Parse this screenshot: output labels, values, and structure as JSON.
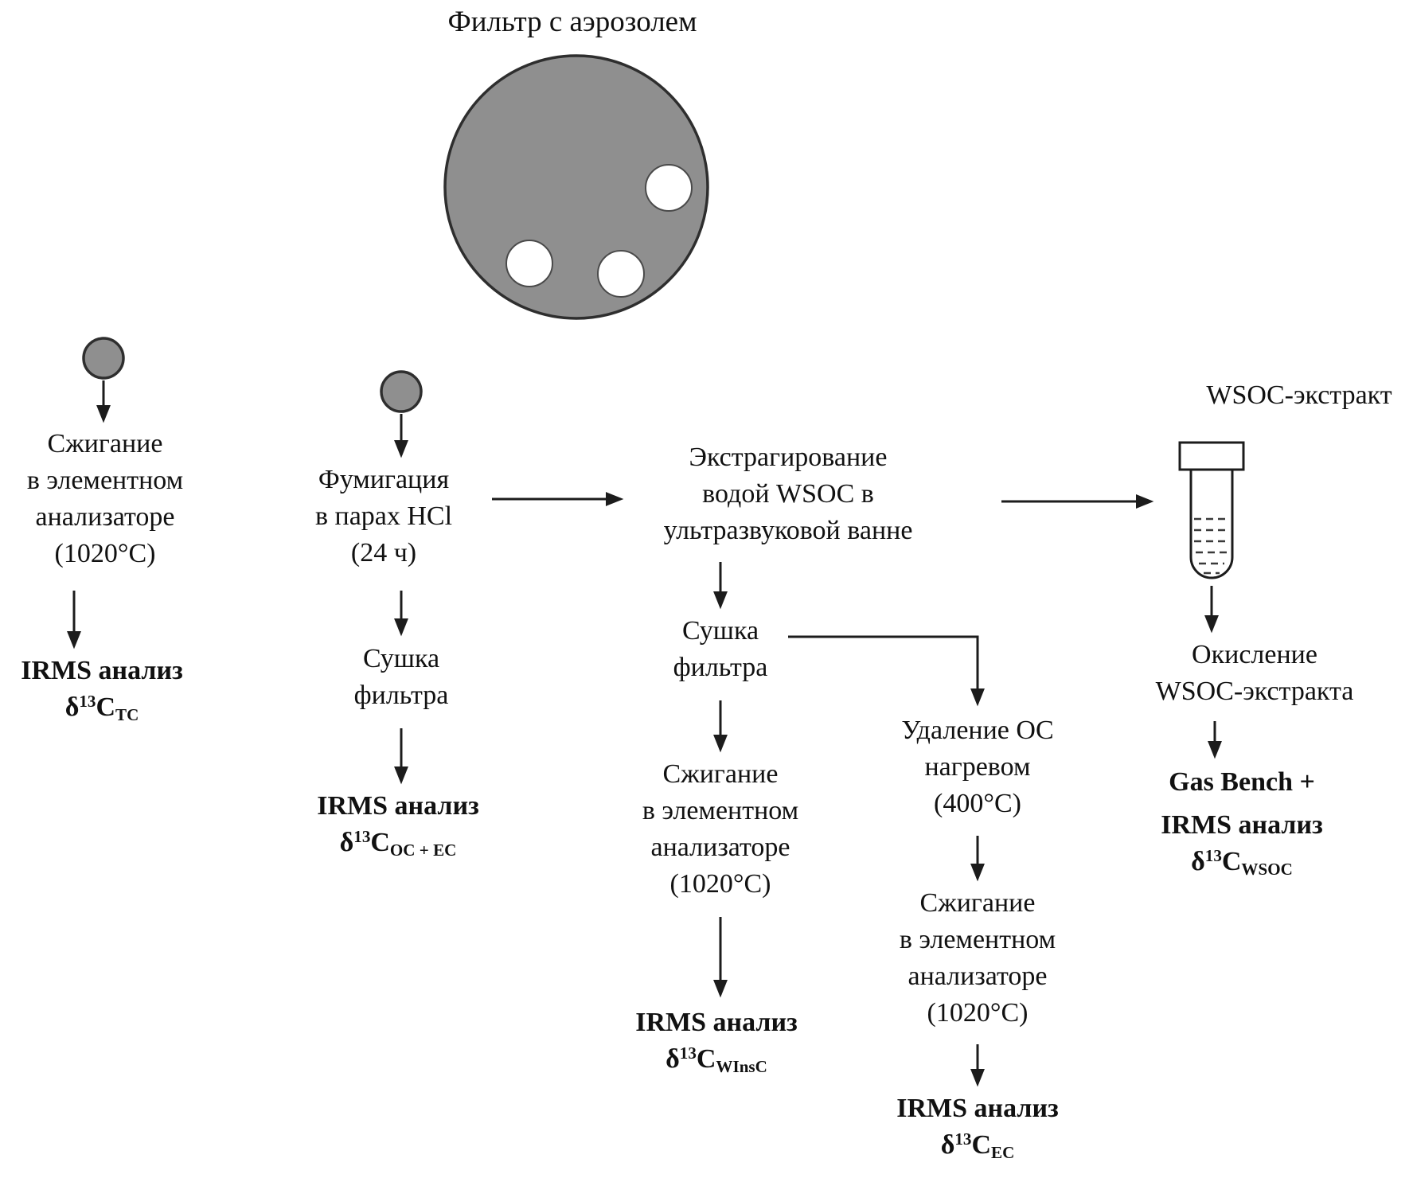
{
  "title": "Фильтр с аэрозолем",
  "labels": {
    "wsoc_extract": "WSOC-экстракт"
  },
  "nodes": {
    "burn_left": {
      "lines": [
        "Сжигание",
        "в элементном",
        "анализаторе",
        "(1020°C)"
      ]
    },
    "fumigation": {
      "lines": [
        "Фумигация",
        "в парах HCl",
        "(24 ч)"
      ]
    },
    "dry_left": {
      "lines": [
        "Сушка",
        "фильтра"
      ]
    },
    "extraction": {
      "lines": [
        "Экстрагирование",
        "водой WSOC в",
        "ультразвуковой ванне"
      ]
    },
    "dry_center": {
      "lines": [
        "Сушка",
        "фильтра"
      ]
    },
    "burn_center": {
      "lines": [
        "Сжигание",
        "в элементном",
        "анализаторе",
        "(1020°C)"
      ]
    },
    "remove_oc": {
      "lines": [
        "Удаление OC",
        "нагревом",
        "(400°C)"
      ]
    },
    "burn_right": {
      "lines": [
        "Сжигание",
        "в элементном",
        "анализаторе",
        "(1020°C)"
      ]
    },
    "oxidation": {
      "lines": [
        "Окисление",
        "WSOC-экстракта"
      ]
    }
  },
  "results": {
    "tc": {
      "prefix": "IRMS анализ",
      "delta": "δ",
      "mass": "13",
      "element": "C",
      "sub": "TC"
    },
    "oc_ec": {
      "prefix": "IRMS анализ",
      "delta": "δ",
      "mass": "13",
      "element": "C",
      "sub": "OC + EC"
    },
    "winsc": {
      "prefix": "IRMS анализ",
      "delta": "δ",
      "mass": "13",
      "element": "C",
      "sub": "WInsC"
    },
    "ec": {
      "prefix": "IRMS анализ",
      "delta": "δ",
      "mass": "13",
      "element": "C",
      "sub": "EC"
    },
    "wsoc": {
      "line1": "Gas Bench +",
      "prefix": "IRMS анализ",
      "delta": "δ",
      "mass": "13",
      "element": "C",
      "sub": "WSOC"
    }
  },
  "colors": {
    "filter_fill": "#8f8f8f",
    "hole_fill": "#ffffff",
    "line": "#1c1c1c",
    "text": "#111111",
    "background": "#ffffff"
  }
}
